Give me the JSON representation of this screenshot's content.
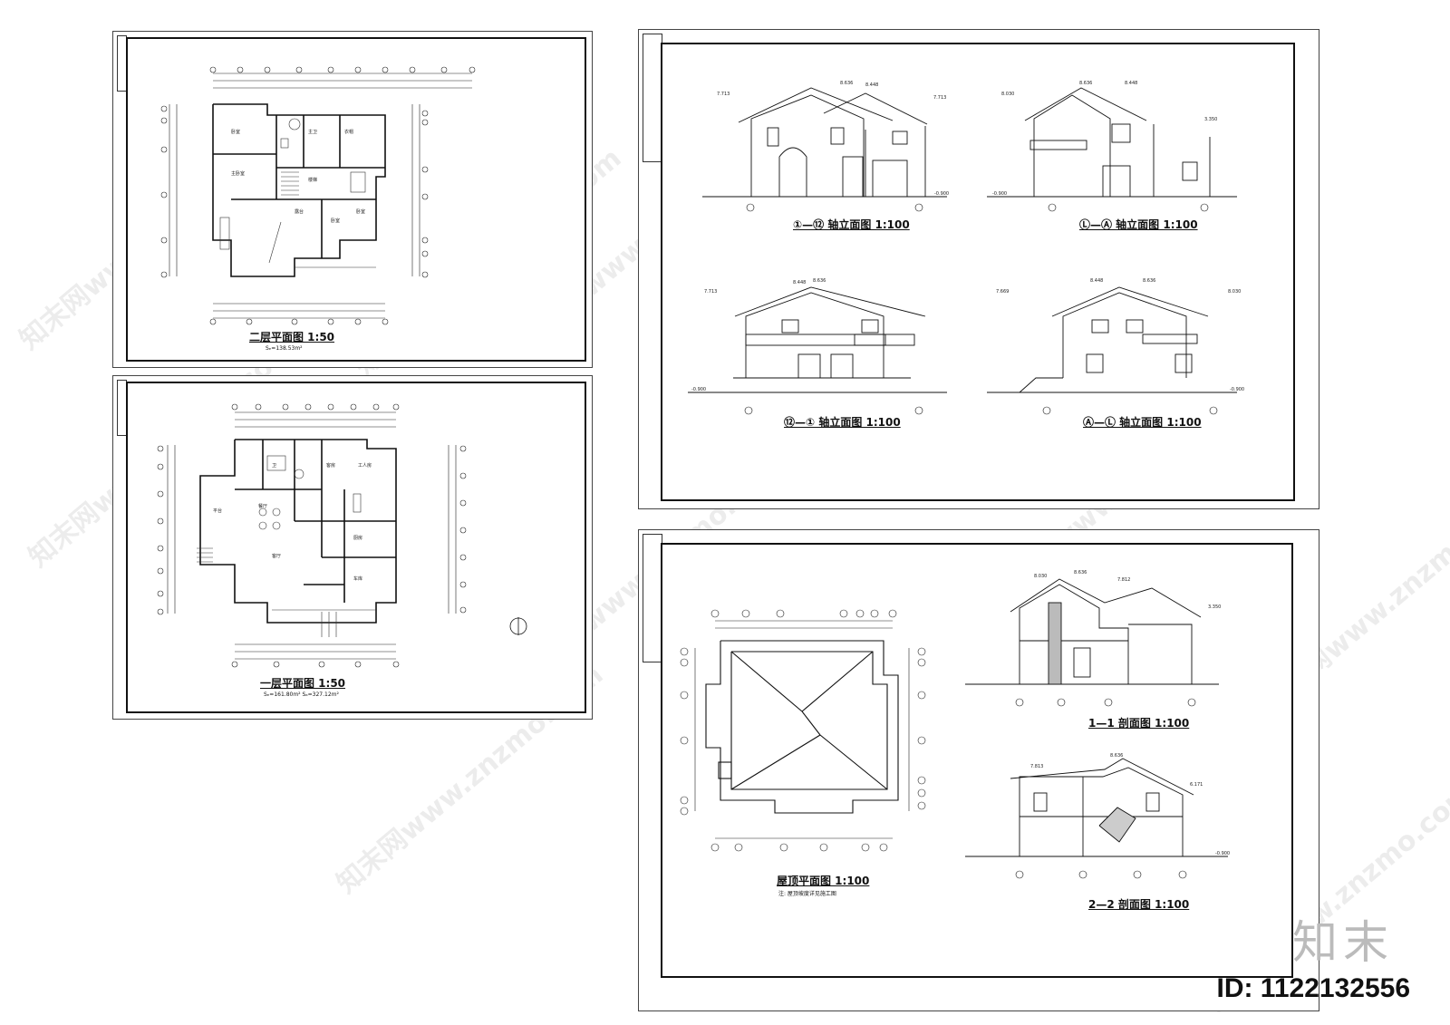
{
  "sheets": {
    "second_floor": {
      "title": "二层平面图 1:50",
      "area_note": "Sₑ=138.53m²"
    },
    "first_floor": {
      "title": "一层平面图 1:50",
      "area_note": "Sₑ=161.80m² Sₐ=327.12m²"
    },
    "elevations": {
      "front": "①—⑫ 轴立面图 1:100",
      "side_la": "Ⓛ—Ⓐ 轴立面图 1:100",
      "rear": "⑫—① 轴立面图 1:100",
      "side_al": "Ⓐ—Ⓛ 轴立面图 1:100"
    },
    "roof_sections": {
      "roof_plan": "屋顶平面图 1:100",
      "roof_note": "注: 屋顶坡度详见施工图",
      "section_11": "1—1 剖面图 1:100",
      "section_22": "2—2 剖面图 1:100"
    }
  },
  "elevation_marks": {
    "top": "8.636",
    "ridge": "8.448",
    "eave": "7.713",
    "floor2": "3.350",
    "ground": "-0.900"
  },
  "watermark": {
    "text": "知末网www.znzmo.com"
  },
  "brand": {
    "logo": "知末",
    "id_label": "ID: 1122132556"
  }
}
